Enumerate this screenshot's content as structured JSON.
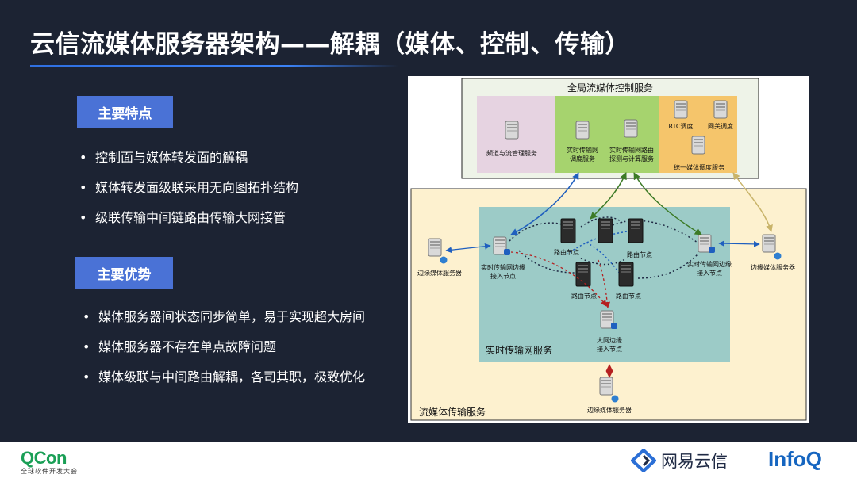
{
  "title": "云信流媒体服务器架构——解耦（媒体、控制、传输）",
  "section1": {
    "heading": "主要特点",
    "bullets": [
      "控制面与媒体转发面的解耦",
      "媒体转发面级联采用无向图拓扑结构",
      "级联传输中间链路由传输大网接管"
    ]
  },
  "section2": {
    "heading": "主要优势",
    "bullets": [
      "媒体服务器间状态同步简单，易于实现超大房间",
      "媒体服务器不存在单点故障问题",
      "媒体级联与中间路由解耦，各司其职，极致优化"
    ]
  },
  "diagram": {
    "control_title": "全局流媒体控制服务",
    "control_nodes": {
      "channel_mgmt": "频道与流管理服务",
      "rt_dispatch_line1": "实时传输网",
      "rt_dispatch_line2": "调度服务",
      "rt_route_line1": "实时传输网路由",
      "rt_route_line2": "探测与计算服务",
      "rtc_dispatch": "RTC调度",
      "gw_dispatch": "网关调度",
      "unified_dispatch": "统一媒体调度服务"
    },
    "transport_title": "流媒体传输服务",
    "realtime_net_title": "实时传输网服务",
    "edge_server_label": "边缘媒体服务器",
    "access_node_line1": "实时传输网边缘",
    "access_node_line2": "接入节点",
    "route_node_label": "路由节点",
    "backbone_edge_line1": "大网边缘",
    "backbone_edge_line2": "接入节点"
  },
  "footer": {
    "qcon_name": "QCon",
    "qcon_sub": "全球软件开发大会",
    "netease": "网易云信",
    "infoq": "InfoQ"
  },
  "colors": {
    "background": "#1c2333",
    "tag": "#4a72d6",
    "control_bg": "#eef3e8",
    "purple_zone": "#e6d3e1",
    "green_zone": "#a6d36e",
    "orange_zone": "#f5c56b",
    "transport_bg": "#fdf1cf",
    "realtime_bg": "#9ccbc7",
    "blue_arrow": "#1f5fbf",
    "green_arrow": "#3c7a26",
    "red_arrow": "#b52020",
    "tan_arrow": "#c9b46a"
  }
}
